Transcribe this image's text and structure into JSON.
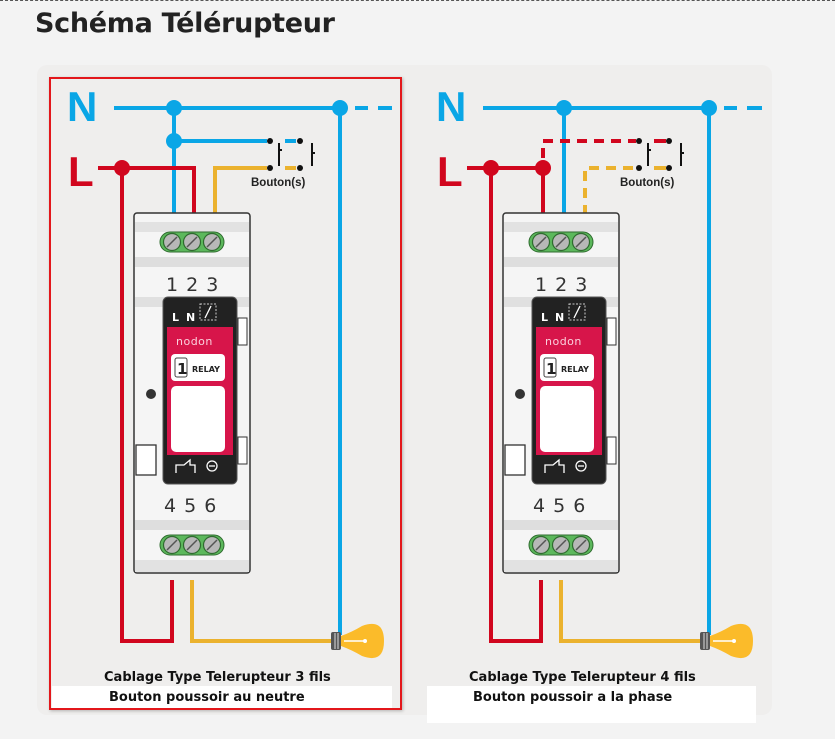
{
  "page": {
    "title": "Schéma Télérupteur"
  },
  "colors": {
    "neutral": "#0aa6e6",
    "phase": "#d1061e",
    "switched": "#ebb22e",
    "terminal_green": "#5cb85c",
    "module_red": "#d7154a",
    "highlight": "#e3171b",
    "bulb": "#fbbb2a"
  },
  "diagrams": [
    {
      "id": "3-fils",
      "label_n": "N",
      "label_l": "L",
      "button_label": "Bouton(s)",
      "terminals_top": "1 2 3",
      "terminals_bottom": "4 5 6",
      "module": {
        "pins": [
          "L",
          "N"
        ],
        "brand": "nodon",
        "relay_number": "1",
        "relay_text": "RELAY"
      },
      "button_wiring": "neutre",
      "caption_line1": "Cablage Type Telerupteur 3 fils",
      "caption_line2": "Bouton poussoir au neutre",
      "highlighted": true
    },
    {
      "id": "4-fils",
      "label_n": "N",
      "label_l": "L",
      "button_label": "Bouton(s)",
      "terminals_top": "1 2 3",
      "terminals_bottom": "4 5 6",
      "module": {
        "pins": [
          "L",
          "N"
        ],
        "brand": "nodon",
        "relay_number": "1",
        "relay_text": "RELAY"
      },
      "button_wiring": "phase",
      "caption_line1": "Cablage Type Telerupteur 4 fils",
      "caption_line2": "Bouton poussoir a la phase",
      "highlighted": false
    }
  ]
}
